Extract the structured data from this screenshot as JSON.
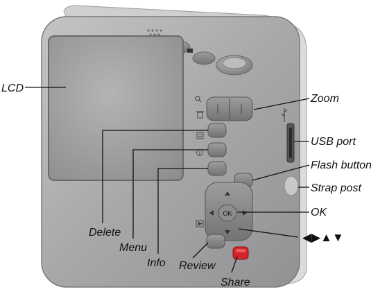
{
  "labels": {
    "lcd": "LCD",
    "zoom": "Zoom",
    "usb_port": "USB port",
    "flash_button": "Flash button",
    "strap_post": "Strap post",
    "ok": "OK",
    "arrows": "◀▶▲▼",
    "delete": "Delete",
    "menu": "Menu",
    "info": "Info",
    "review": "Review",
    "share": "Share"
  },
  "colors": {
    "body": "#a9a9ab",
    "body_dark": "#8e8e90",
    "screen": "#9b9b9d",
    "button": "#8a8a8c",
    "share_button": "#d3242c",
    "leader_line": "#111111"
  },
  "icons": {
    "delete": "trash-icon",
    "menu": "menu-lines-icon",
    "info": "info-icon",
    "review": "play-icon",
    "flash": "flash-icon",
    "usb": "usb-icon",
    "zoom": "zoom-icon",
    "power": "power-icon"
  }
}
